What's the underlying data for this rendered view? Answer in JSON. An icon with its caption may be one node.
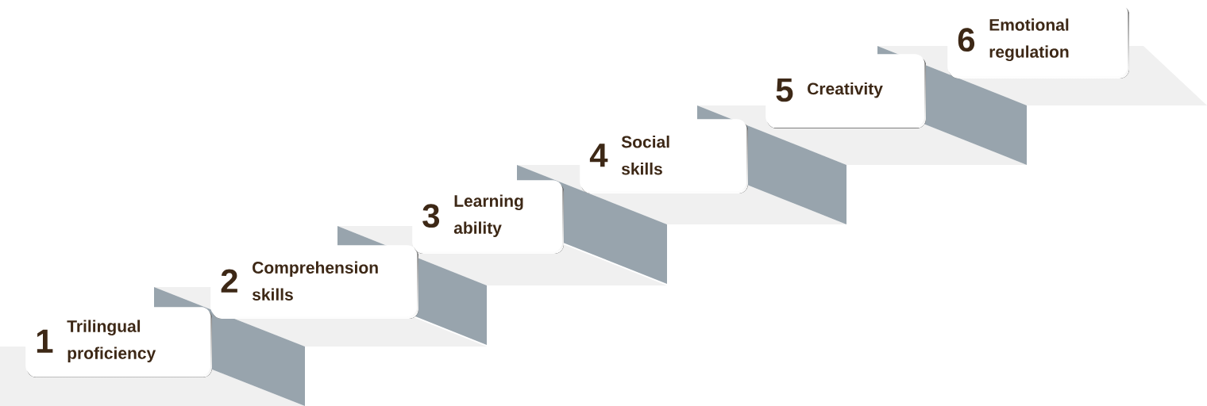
{
  "diagram": {
    "nodes": [
      {
        "text": [
          "1",
          "Trilingual proficiency"
        ]
      },
      {
        "text": [
          "2",
          "Comprehension skills"
        ]
      },
      {
        "text": [
          "3",
          "Learning ability"
        ]
      },
      {
        "text": [
          "4",
          "Social skills"
        ]
      },
      {
        "text": [
          "5",
          "Creativity"
        ]
      },
      {
        "text": [
          "6",
          "Emotional regulation"
        ]
      }
    ]
  }
}
